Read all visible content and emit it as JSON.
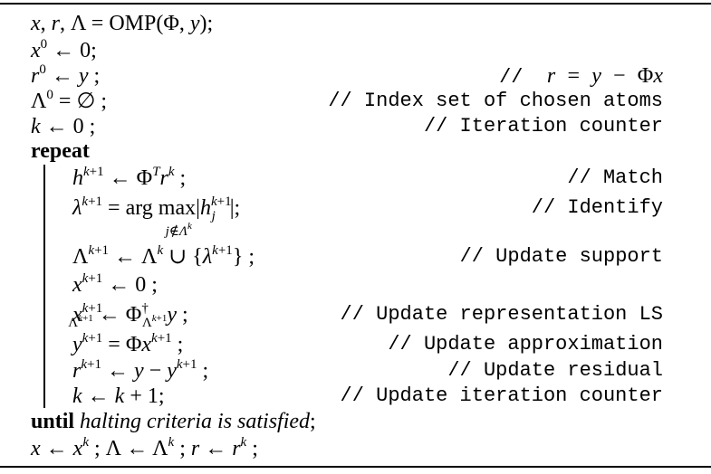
{
  "algorithm": {
    "lines": [
      {
        "id": "l1",
        "code": "x, r, Λ = OMP(Φ, y);",
        "comment": ""
      },
      {
        "id": "l2",
        "code": "x⁰ ← 0;",
        "comment": ""
      },
      {
        "id": "l3",
        "code": "r⁰ ← y ;",
        "comment": "// r = y − Φx"
      },
      {
        "id": "l4",
        "code": "Λ⁰ = ∅ ;",
        "comment": "// Index set of chosen atoms"
      },
      {
        "id": "l5",
        "code": "k ← 0 ;",
        "comment": "// Iteration counter"
      },
      {
        "id": "l6",
        "code": "repeat",
        "comment": ""
      },
      {
        "id": "l7",
        "code": "h^{k+1} ← Φ^T r^k ;",
        "comment": "// Match"
      },
      {
        "id": "l8",
        "code": "λ^{k+1} = arg max_{j∉Λ^k} |h_j^{k+1}|;",
        "comment": "// Identify"
      },
      {
        "id": "l9",
        "code": "Λ^{k+1} ← Λ^k ∪ {λ^{k+1}} ;",
        "comment": "// Update support"
      },
      {
        "id": "l10",
        "code": "x^{k+1} ← 0 ;",
        "comment": ""
      },
      {
        "id": "l11",
        "code": "x_{Λ^{k+1}}^{k+1} ← Φ_{Λ^{k+1}}^† y ;",
        "comment": "// Update representation LS"
      },
      {
        "id": "l12",
        "code": "y^{k+1} = Φx^{k+1} ;",
        "comment": "// Update approximation"
      },
      {
        "id": "l13",
        "code": "r^{k+1} ← y − y^{k+1} ;",
        "comment": "// Update residual"
      },
      {
        "id": "l14",
        "code": "k ← k + 1;",
        "comment": "// Update iteration counter"
      },
      {
        "id": "l15",
        "code": "until halting criteria is satisfied;",
        "comment": ""
      },
      {
        "id": "l16",
        "code": "x ← x^k ; Λ ← Λ^k ; r ← r^k ;",
        "comment": ""
      }
    ],
    "keywords": {
      "repeat": "repeat",
      "until": "until"
    },
    "halting_text": "halting criteria is satisfied"
  }
}
